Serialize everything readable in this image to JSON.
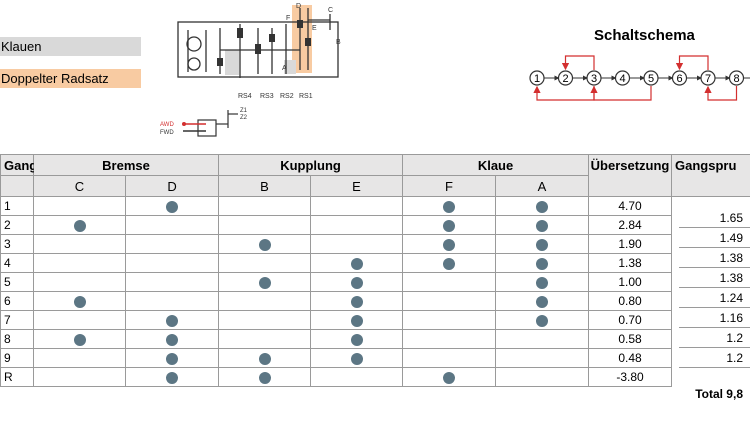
{
  "legend": {
    "klauen": "Klauen",
    "doppelter_radsatz": "Doppelter Radsatz"
  },
  "diagram": {
    "rs_labels": [
      "RS4",
      "RS3",
      "RS2",
      "RS1"
    ],
    "top_letters": [
      "D",
      "C",
      "B",
      "F",
      "E",
      "A"
    ],
    "awd": "AWD",
    "fwd": "FWD",
    "z1": "Z1",
    "z2": "Z2"
  },
  "schaltschema": {
    "title": "Schaltschema",
    "nodes": [
      "1",
      "2",
      "3",
      "4",
      "5",
      "6",
      "7",
      "8"
    ]
  },
  "table": {
    "gang_header": "Gang",
    "groups": [
      "Bremse",
      "Kupplung",
      "Klaue"
    ],
    "uebersetzung_header": "Übersetzung",
    "gangsprung_header": "Gangspru",
    "subheaders": [
      "C",
      "D",
      "B",
      "E",
      "F",
      "A"
    ],
    "rows": [
      {
        "gang": "1",
        "C": false,
        "D": true,
        "B": false,
        "E": false,
        "F": true,
        "A": true,
        "ratio": "4.70"
      },
      {
        "gang": "2",
        "C": true,
        "D": false,
        "B": false,
        "E": false,
        "F": true,
        "A": true,
        "ratio": "2.84"
      },
      {
        "gang": "3",
        "C": false,
        "D": false,
        "B": true,
        "E": false,
        "F": true,
        "A": true,
        "ratio": "1.90"
      },
      {
        "gang": "4",
        "C": false,
        "D": false,
        "B": false,
        "E": true,
        "F": true,
        "A": true,
        "ratio": "1.38"
      },
      {
        "gang": "5",
        "C": false,
        "D": false,
        "B": true,
        "E": true,
        "F": false,
        "A": true,
        "ratio": "1.00"
      },
      {
        "gang": "6",
        "C": true,
        "D": false,
        "B": false,
        "E": true,
        "F": false,
        "A": true,
        "ratio": "0.80"
      },
      {
        "gang": "7",
        "C": false,
        "D": true,
        "B": false,
        "E": true,
        "F": false,
        "A": true,
        "ratio": "0.70"
      },
      {
        "gang": "8",
        "C": true,
        "D": true,
        "B": false,
        "E": true,
        "F": false,
        "A": false,
        "ratio": "0.58"
      },
      {
        "gang": "9",
        "C": false,
        "D": true,
        "B": true,
        "E": true,
        "F": false,
        "A": false,
        "ratio": "0.48"
      },
      {
        "gang": "R",
        "C": false,
        "D": true,
        "B": true,
        "E": false,
        "F": true,
        "A": false,
        "ratio": "-3.80"
      }
    ],
    "spruenge": [
      "1.65",
      "1.49",
      "1.38",
      "1.38",
      "1.24",
      "1.16",
      "1.2",
      "1.2"
    ],
    "total": "Total 9,8"
  }
}
